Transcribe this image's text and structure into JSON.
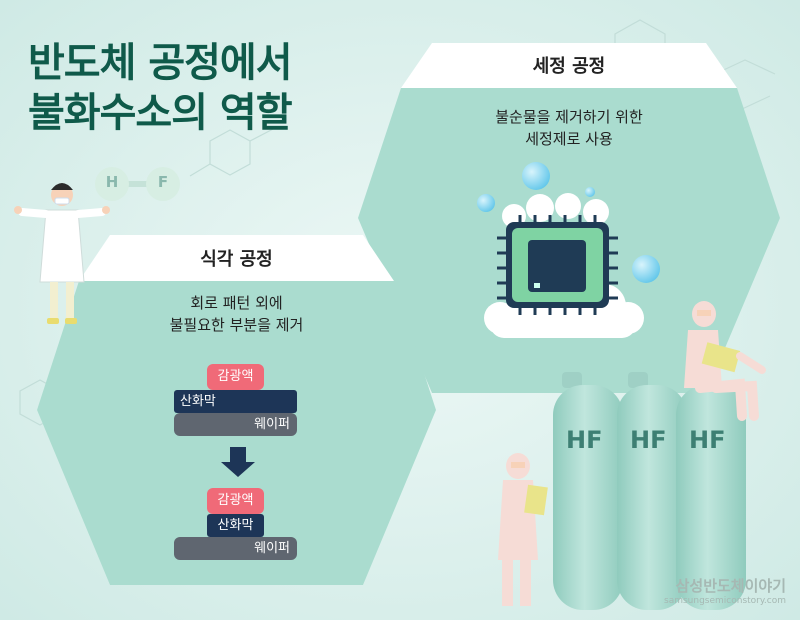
{
  "title": {
    "line1": "반도체 공정에서",
    "line2": "불화수소의 역할"
  },
  "molecule": {
    "h": "H",
    "f": "F"
  },
  "cleaning": {
    "header": "세정 공정",
    "desc1": "불순물을 제거하기 위한",
    "desc2": "세정제로 사용"
  },
  "etching": {
    "header": "식각 공정",
    "desc1": "회로 패턴 외에",
    "desc2": "불필요한 부분을 제거",
    "before": {
      "photoresist": "감광액",
      "oxide": "산화막",
      "wafer": "웨이퍼"
    },
    "after": {
      "photoresist": "감광액",
      "oxide": "산화막",
      "wafer": "웨이퍼"
    }
  },
  "tanks": [
    "HF",
    "HF",
    "HF"
  ],
  "watermark": {
    "brand": "삼성반도체이야기",
    "url": "samsungsemiconstory.com"
  },
  "colors": {
    "title": "#0f5a4a",
    "photoresist": "#f06a78",
    "oxide": "#1d3557",
    "wafer": "#5f6670",
    "tank": "#a8d7cc"
  }
}
